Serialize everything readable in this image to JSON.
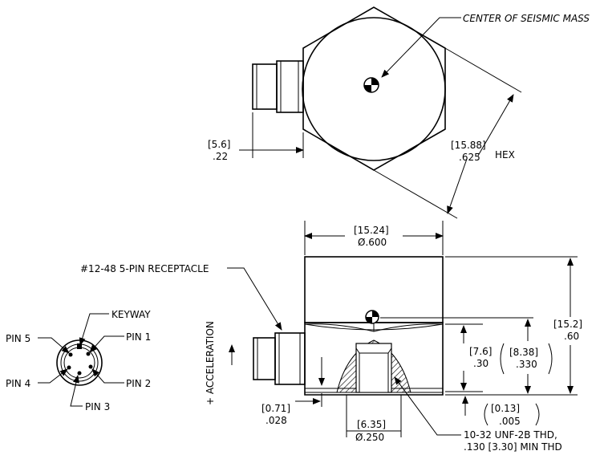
{
  "labels": {
    "center_seismic_mass": "CENTER OF SEISMIC MASS",
    "dim_5_6_mm": "[5.6]",
    "dim_22_in": ".22",
    "dim_15_88_mm": "[15.88]",
    "dim_625_in": ".625",
    "hex": "HEX",
    "dim_15_24_mm": "[15.24]",
    "dim_600_in": "Ø.600",
    "receptacle": "#12-48 5-PIN RECEPTACLE",
    "keyway": "KEYWAY",
    "pin1": "PIN 1",
    "pin2": "PIN 2",
    "pin3": "PIN 3",
    "pin4": "PIN 4",
    "pin5": "PIN 5",
    "acceleration": "+ ACCELERATION",
    "dim_15_2_mm": "[15.2]",
    "dim_60_in": ".60",
    "dim_7_6_mm": "[7.6]",
    "dim_30_in": ".30",
    "dim_8_38_mm": "[8.38]",
    "dim_330_in": ".330",
    "dim_0_71_mm": "[0.71]",
    "dim_028_in": ".028",
    "dim_6_35_mm": "[6.35]",
    "dim_250_in": "Ø.250",
    "dim_0_13_mm": "[0.13]",
    "dim_005_in": ".005",
    "thread_line1": "10-32 UNF-2B THD,",
    "thread_line2": ".130 [3.30] MIN THD"
  }
}
